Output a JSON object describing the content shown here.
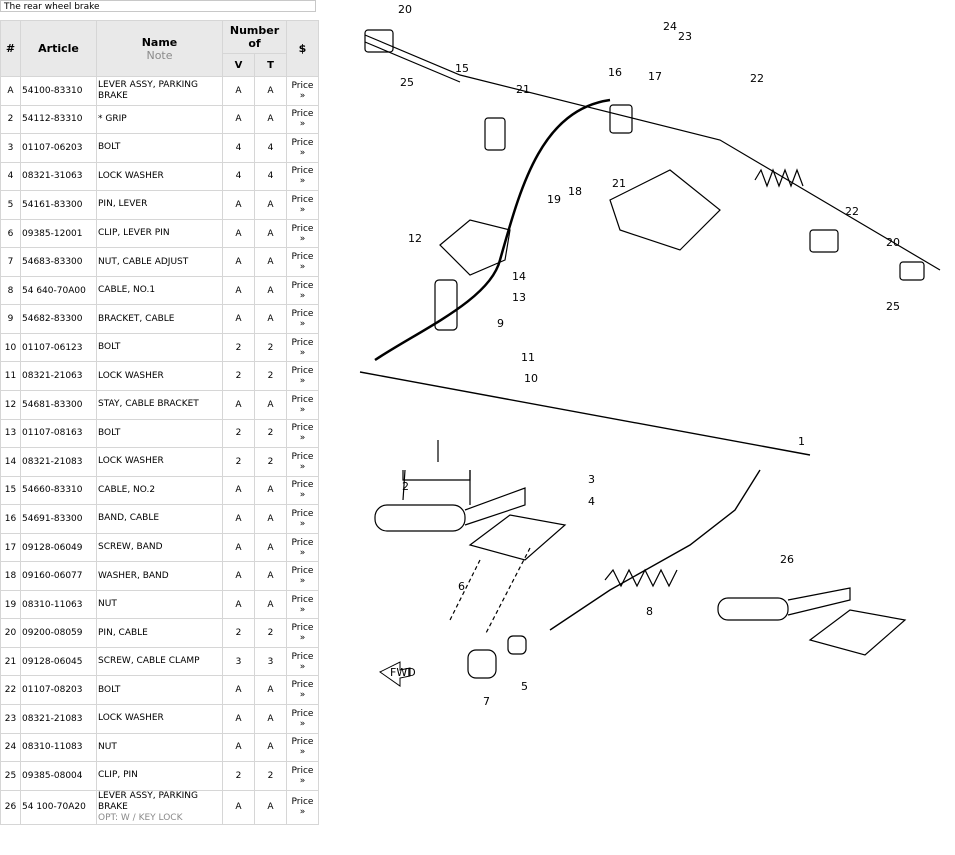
{
  "caption": "The rear wheel brake",
  "table": {
    "headers": {
      "num": "#",
      "article": "Article",
      "name": "Name",
      "note": "Note",
      "number_of": "Number of",
      "v": "V",
      "t": "T",
      "price": "$"
    },
    "price_label": "Price",
    "price_arrow": "»",
    "rows": [
      {
        "num": "A",
        "article": "54100-83310",
        "name": "LEVER ASSY, PARKING BRAKE",
        "v": "A",
        "t": "A"
      },
      {
        "num": "2",
        "article": "54112-83310",
        "name": "* GRIP",
        "v": "A",
        "t": "A"
      },
      {
        "num": "3",
        "article": "01107-06203",
        "name": "BOLT",
        "v": "4",
        "t": "4"
      },
      {
        "num": "4",
        "article": "08321-31063",
        "name": "LOCK WASHER",
        "v": "4",
        "t": "4"
      },
      {
        "num": "5",
        "article": "54161-83300",
        "name": "PIN, LEVER",
        "v": "A",
        "t": "A"
      },
      {
        "num": "6",
        "article": "09385-12001",
        "name": "CLIP, LEVER PIN",
        "v": "A",
        "t": "A"
      },
      {
        "num": "7",
        "article": "54683-83300",
        "name": "NUT, CABLE ADJUST",
        "v": "A",
        "t": "A"
      },
      {
        "num": "8",
        "article": "54 640-70A00",
        "name": "CABLE, NO.1",
        "v": "A",
        "t": "A"
      },
      {
        "num": "9",
        "article": "54682-83300",
        "name": "BRACKET, CABLE",
        "v": "A",
        "t": "A"
      },
      {
        "num": "10",
        "article": "01107-06123",
        "name": "BOLT",
        "v": "2",
        "t": "2"
      },
      {
        "num": "11",
        "article": "08321-21063",
        "name": "LOCK WASHER",
        "v": "2",
        "t": "2"
      },
      {
        "num": "12",
        "article": "54681-83300",
        "name": "STAY, CABLE BRACKET",
        "v": "A",
        "t": "A"
      },
      {
        "num": "13",
        "article": "01107-08163",
        "name": "BOLT",
        "v": "2",
        "t": "2"
      },
      {
        "num": "14",
        "article": "08321-21083",
        "name": "LOCK WASHER",
        "v": "2",
        "t": "2"
      },
      {
        "num": "15",
        "article": "54660-83310",
        "name": "CABLE, NO.2",
        "v": "A",
        "t": "A"
      },
      {
        "num": "16",
        "article": "54691-83300",
        "name": "BAND, CABLE",
        "v": "A",
        "t": "A"
      },
      {
        "num": "17",
        "article": "09128-06049",
        "name": "SCREW, BAND",
        "v": "A",
        "t": "A"
      },
      {
        "num": "18",
        "article": "09160-06077",
        "name": "WASHER, BAND",
        "v": "A",
        "t": "A"
      },
      {
        "num": "19",
        "article": "08310-11063",
        "name": "NUT",
        "v": "A",
        "t": "A"
      },
      {
        "num": "20",
        "article": "09200-08059",
        "name": "PIN, CABLE",
        "v": "2",
        "t": "2"
      },
      {
        "num": "21",
        "article": "09128-06045",
        "name": "SCREW, CABLE CLAMP",
        "v": "3",
        "t": "3"
      },
      {
        "num": "22",
        "article": "01107-08203",
        "name": "BOLT",
        "v": "A",
        "t": "A"
      },
      {
        "num": "23",
        "article": "08321-21083",
        "name": "LOCK WASHER",
        "v": "A",
        "t": "A"
      },
      {
        "num": "24",
        "article": "08310-11083",
        "name": "NUT",
        "v": "A",
        "t": "A"
      },
      {
        "num": "25",
        "article": "09385-08004",
        "name": "CLIP, PIN",
        "v": "2",
        "t": "2"
      },
      {
        "num": "26",
        "article": "54 100-70A20",
        "name": "LEVER ASSY, PARKING BRAKE",
        "note": "OPT: W / KEY LOCK",
        "v": "A",
        "t": "A"
      }
    ]
  },
  "diagram": {
    "callouts": [
      "1",
      "2",
      "3",
      "4",
      "5",
      "6",
      "7",
      "8",
      "9",
      "10",
      "11",
      "12",
      "13",
      "14",
      "15",
      "16",
      "17",
      "18",
      "19",
      "20",
      "21",
      "22",
      "23",
      "24",
      "25",
      "26"
    ],
    "fwd_label": "FWD"
  }
}
